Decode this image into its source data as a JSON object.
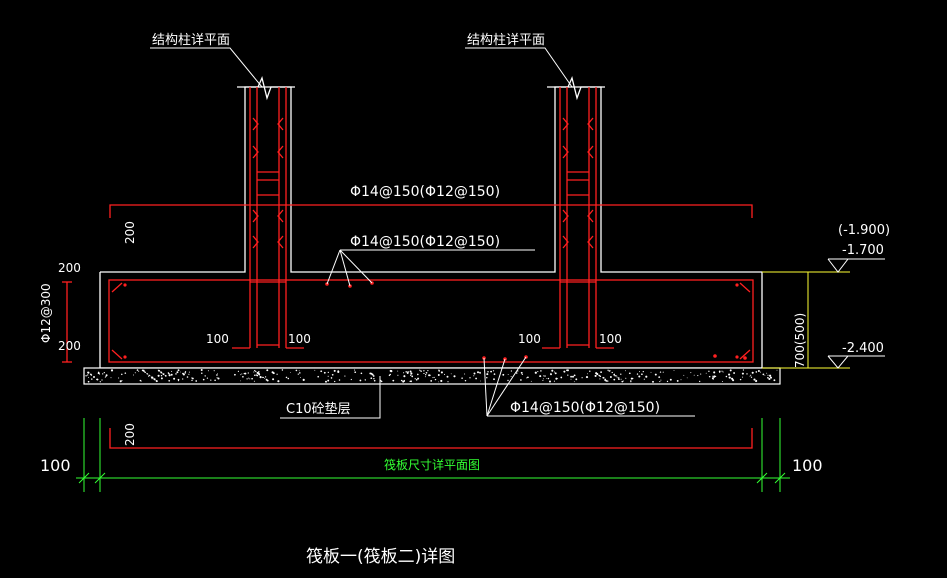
{
  "labels": {
    "col_plan_left": "结构柱详平面",
    "col_plan_right": "结构柱详平面",
    "top_rebar": "Φ14@150(Φ12@150)",
    "mid_rebar": "Φ14@150(Φ12@150)",
    "bottom_rebar": "Φ14@150(Φ12@150)",
    "dim_200_vertical_top": "200",
    "dim_200_left_top": "200",
    "dim_200_left_bottom": "200",
    "side_rebar": "Φ12@300",
    "dim_100_a": "100",
    "dim_100_b": "100",
    "dim_100_c": "100",
    "dim_100_d": "100",
    "cushion": "C10砼垫层",
    "dim_200_bottom_plan": "200",
    "plan_caption": "筏板尺寸详平面图",
    "dim_100_left": "100",
    "dim_100_right": "100",
    "elev_a": "(-1.900)",
    "elev_b": "-1.700",
    "elev_c": "-2.400",
    "thickness": "700(500)",
    "title": "筏板一(筏板二)详图"
  },
  "colors": {
    "background": "#000000",
    "outline": "#ffffff",
    "rebar": "#ff2020",
    "dimension": "#33ff33",
    "elevation": "#ffff33",
    "text": "#ffffff"
  }
}
